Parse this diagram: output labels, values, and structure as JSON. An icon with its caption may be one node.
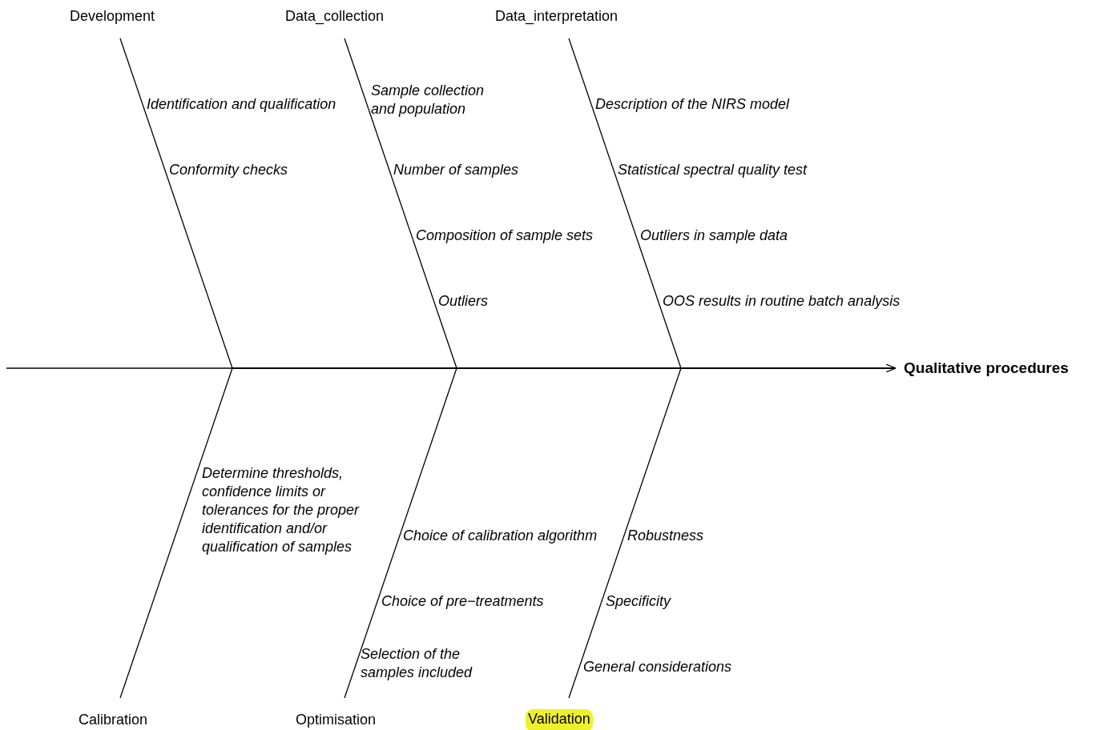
{
  "diagram": {
    "nodes": [
      {
        "text": [
          "Development"
        ]
      },
      {
        "text": [
          "Data_collection"
        ]
      },
      {
        "text": [
          "Data_interpretation"
        ]
      },
      {
        "text": [
          "Qualitative procedures"
        ]
      },
      {
        "text": [
          "Calibration"
        ]
      },
      {
        "text": [
          "Optimisation"
        ]
      },
      {
        "text": [
          "Validation"
        ]
      }
    ],
    "edges": [
      {
        "from": 0,
        "to": 3,
        "arrow": "none"
      },
      {
        "from": 1,
        "to": 3,
        "arrow": "none"
      },
      {
        "from": 2,
        "to": 3,
        "arrow": "none"
      },
      {
        "from": 4,
        "to": 3,
        "arrow": "none"
      },
      {
        "from": 5,
        "to": 3,
        "arrow": "none"
      },
      {
        "from": 6,
        "to": 3,
        "arrow": "none"
      },
      {
        "from": null,
        "to": 3,
        "arrow": "to"
      }
    ],
    "labels": [
      "Identification and qualification",
      "Sample collection and population",
      "Description of the NIRS model",
      "Conformity checks",
      "Number of samples",
      "Statistical spectral quality test",
      "Composition of sample sets",
      "Outliers in sample data",
      "Outliers",
      "OOS results in routine batch analysis",
      "Determine thresholds, confidence limits or tolerances for the proper identification and/or qualification of samples",
      "Choice of calibration algorithm",
      "Robustness",
      "Choice of pre−treatments",
      "Specificity",
      "Selection of the samples included",
      "General considerations"
    ]
  }
}
